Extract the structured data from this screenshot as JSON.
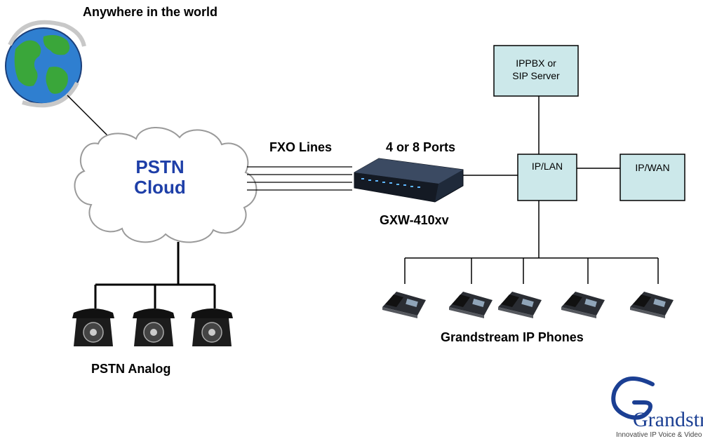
{
  "labels": {
    "anywhere": "Anywhere in the world",
    "cloud_line1": "PSTN",
    "cloud_line2": "Cloud",
    "fxo_lines": "FXO Lines",
    "ports": "4 or 8 Ports",
    "gateway_model": "GXW-410xv",
    "pstn_analog": "PSTN Analog",
    "ip_phones": "Grandstream IP Phones"
  },
  "boxes": {
    "ippbx_line1": "IPPBX or",
    "ippbx_line2": "SIP Server",
    "iplan": "IP/LAN",
    "ipwan": "IP/WAN"
  },
  "logo": {
    "word": "Grandstream",
    "tagline": "Innovative IP Voice & Video"
  },
  "colors": {
    "box_fill": "#cce8ea",
    "cloud_text": "#1e3fa8",
    "logo_blue": "#1b3f93"
  }
}
